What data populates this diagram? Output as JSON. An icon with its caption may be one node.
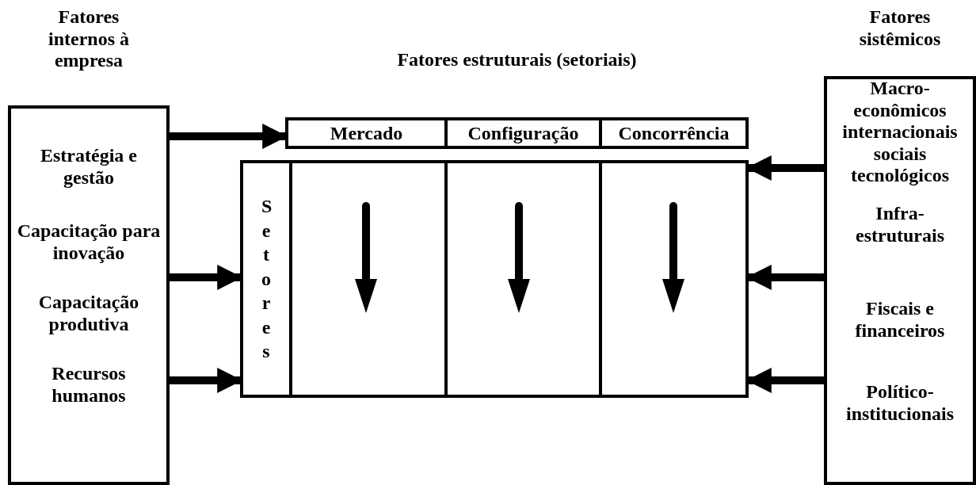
{
  "diagram": {
    "nodes": [
      {
        "text": [
          "Fatores internos à empresa",
          "Estratégia e gestão",
          "Capacitação para inovação",
          "Capacitação produtiva",
          "Recursos humanos"
        ]
      },
      {
        "text": [],
        "shape": "box"
      },
      {
        "text": [
          "Mercado"
        ],
        "in": 1
      },
      {
        "text": [
          "Configuração"
        ],
        "in": 1
      },
      {
        "text": [
          "Concorrência"
        ],
        "in": 1
      },
      {
        "text": [],
        "shape": "box"
      },
      {
        "text": [
          "Setores"
        ],
        "in": 5
      },
      {
        "text": [
          "Fatores sistêmicos",
          "Macro- econômicos internacionais sociais tecnológicos",
          "Infra- estruturais",
          "Fiscais e financeiros",
          "Político- institucionais"
        ]
      }
    ],
    "edges": [
      {
        "from": 0,
        "to": 1,
        "arrow": "to"
      },
      {
        "from": 0,
        "to": 5,
        "arrow": "to"
      },
      {
        "from": 0,
        "to": 5,
        "arrow": "to"
      },
      {
        "from": 7,
        "to": 5,
        "arrow": "to"
      },
      {
        "from": 7,
        "to": 5,
        "arrow": "to"
      },
      {
        "from": 7,
        "to": 5,
        "arrow": "to"
      }
    ],
    "labels": [
      "Fatores estruturais (setoriais)"
    ]
  }
}
